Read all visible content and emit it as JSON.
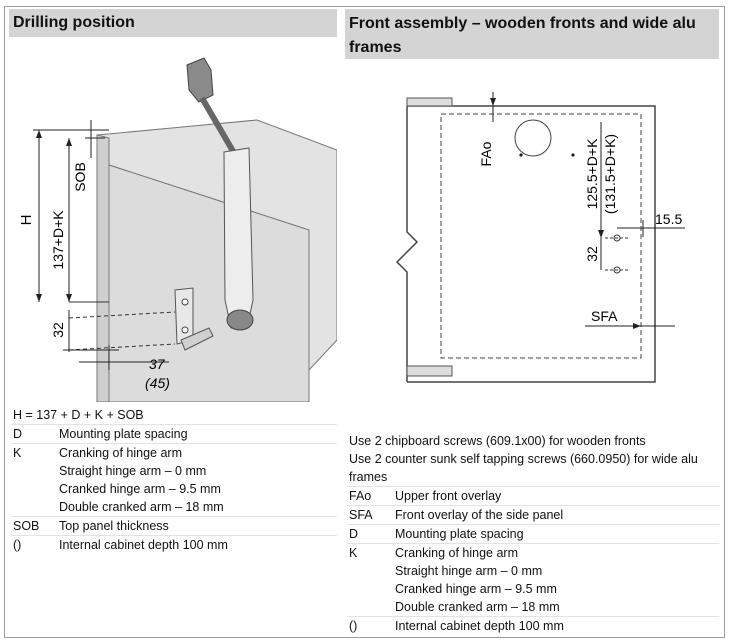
{
  "left": {
    "title": "Drilling position",
    "labels": {
      "H": "H",
      "sob": "SOB",
      "dim_137": "137+D+K",
      "dim_32": "32",
      "dim_37": "37",
      "dim_45": "(45)"
    },
    "formula": "H = 137 + D + K + SOB",
    "legend": [
      {
        "key": "D",
        "text": "Mounting plate spacing"
      },
      {
        "key": "K",
        "text": "Cranking of hinge arm"
      },
      {
        "key": "",
        "text": "Straight hinge arm – 0 mm"
      },
      {
        "key": "",
        "text": "Cranked hinge arm – 9.5 mm"
      },
      {
        "key": "",
        "text": "Double cranked arm – 18 mm"
      },
      {
        "key": "SOB",
        "text": "Top panel thickness"
      },
      {
        "key": "()",
        "text": "Internal cabinet depth 100 mm"
      }
    ]
  },
  "right": {
    "title": "Front assembly – wooden fronts and wide alu frames",
    "labels": {
      "fao": "FAo",
      "dim_125": "125.5+D+K",
      "dim_131": "(131.5+D+K)",
      "dim_155": "15.5",
      "dim_32": "32",
      "sfa": "SFA"
    },
    "notes": [
      "Use 2 chipboard screws (609.1x00) for wooden fronts",
      "Use 2 counter sunk self tapping screws (660.0950) for wide alu frames"
    ],
    "legend": [
      {
        "key": "FAo",
        "text": "Upper front overlay"
      },
      {
        "key": "SFA",
        "text": "Front overlay of the side panel"
      },
      {
        "key": "D",
        "text": "Mounting plate spacing"
      },
      {
        "key": "K",
        "text": "Cranking of hinge arm"
      },
      {
        "key": "",
        "text": "Straight hinge arm – 0 mm"
      },
      {
        "key": "",
        "text": "Cranked hinge arm – 9.5 mm"
      },
      {
        "key": "",
        "text": "Double cranked arm – 18 mm"
      },
      {
        "key": "()",
        "text": "Internal cabinet depth 100 mm"
      }
    ]
  }
}
